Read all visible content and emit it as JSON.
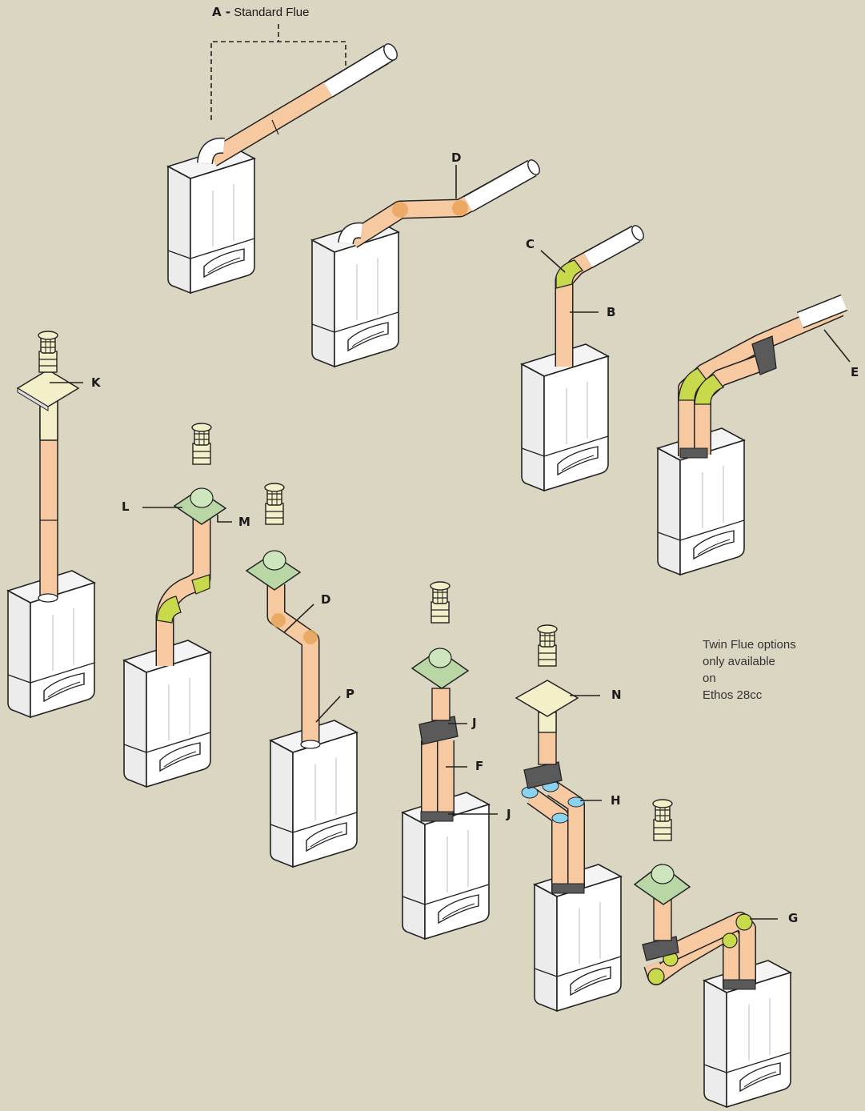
{
  "title": {
    "key": "A -",
    "text": "Standard Flue"
  },
  "labels": {
    "B": "B",
    "C": "C",
    "D1": "D",
    "D2": "D",
    "E": "E",
    "F": "F",
    "G": "G",
    "H": "H",
    "J1": "J",
    "J2": "J",
    "K": "K",
    "L": "L",
    "M": "M",
    "N": "N",
    "P": "P"
  },
  "note": [
    "Twin Flue options",
    "only available",
    "on",
    "Ethos 28cc"
  ],
  "colors": {
    "background": "#dbd6c2",
    "pipe": "#f7c9a0",
    "elbow": "#c8d94c",
    "terminal": "#f3efc8",
    "plate": "#b9d7a5",
    "adaptor": "#5a5a5a",
    "collar": "#8ad2ee",
    "boiler": "#ffffff"
  }
}
